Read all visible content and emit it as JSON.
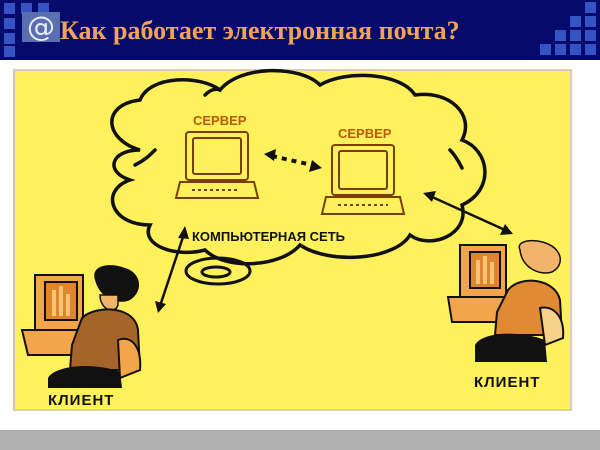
{
  "header": {
    "title": "Как работает электронная почта?",
    "logo_icon": "@",
    "background_color": "#050a6b",
    "title_color": "#f2a356",
    "accent_square_color": "#3553c4"
  },
  "diagram": {
    "background_color": "#fff15c",
    "network_label": "КОМПЬЮТЕРНАЯ СЕТЬ",
    "servers": [
      {
        "label": "СЕРВЕР"
      },
      {
        "label": "СЕРВЕР"
      }
    ],
    "clients": [
      {
        "label": "КЛИЕНТ",
        "position": "left"
      },
      {
        "label": "КЛИЕНТ",
        "position": "right"
      }
    ],
    "connections": [
      {
        "from": "server-1",
        "to": "server-2",
        "style": "dotted",
        "direction": "both"
      },
      {
        "from": "client-left",
        "to": "network",
        "style": "solid",
        "direction": "both"
      },
      {
        "from": "network",
        "to": "client-right",
        "style": "solid",
        "direction": "both"
      }
    ]
  },
  "footer": {
    "bar_color": "#b0b0b0"
  }
}
